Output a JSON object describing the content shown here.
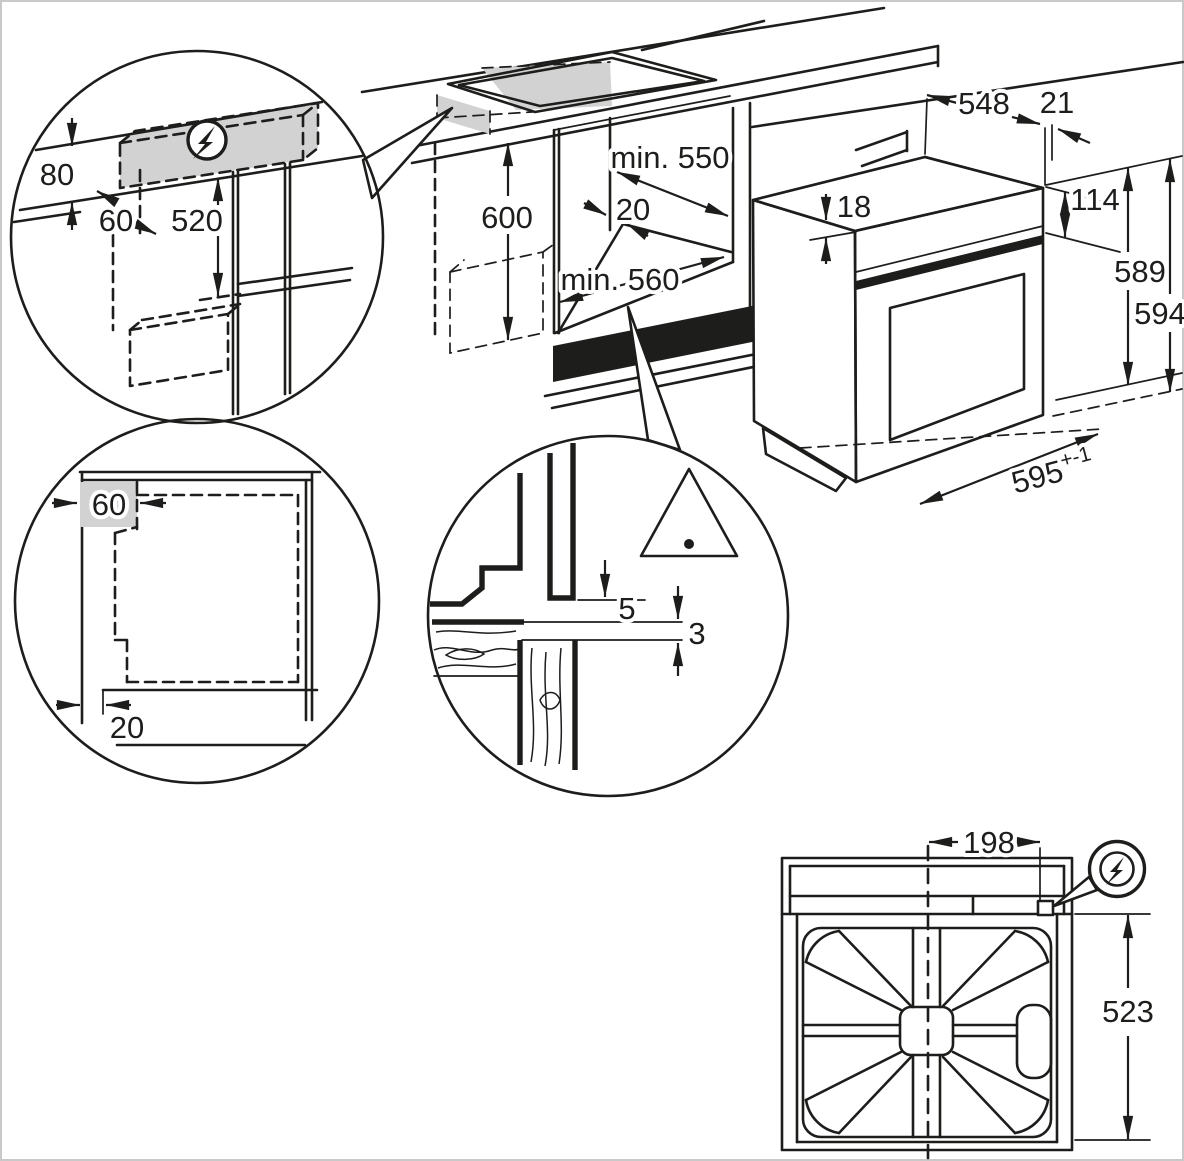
{
  "meta": {
    "type": "appliance-installation-diagram",
    "subject": "built-in oven niche and cabinet dimensions (mm)"
  },
  "colors": {
    "line": "#1d1d1b",
    "gray_fill": "#d2d2d2",
    "background": "#ffffff",
    "border": "#c9c9c9"
  },
  "main_view": {
    "niche_height": "600",
    "niche_depth_top": "min. 550",
    "niche_back_gap": "20",
    "niche_depth_bottom": "min. 560"
  },
  "oven_view": {
    "body_depth": "548",
    "front_frame": "21",
    "top_clearance": "18",
    "panel_height": "114",
    "body_height": "589",
    "overall_height": "594",
    "width": "595",
    "width_tolerance": "+-1"
  },
  "inset_electrical": {
    "recess_height": "80",
    "recess_depth": "60",
    "distance_from_bottom": "520",
    "icon": "electric-connection"
  },
  "inset_clearance": {
    "door_gap": "5",
    "worktop_gap": "3",
    "icon": "warning-triangle"
  },
  "inset_plan": {
    "recess_depth": "60",
    "front_inset": "20"
  },
  "rear_view": {
    "connection_offset": "198",
    "rear_height": "523",
    "icon": "electric-connection"
  }
}
